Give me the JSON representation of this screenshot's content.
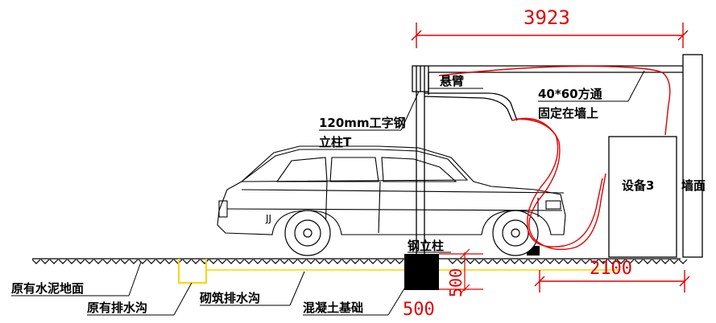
{
  "dimensions": {
    "top_span": "3923",
    "right_span": "2100",
    "footing_height": "500",
    "footing_width": "500"
  },
  "labels": {
    "cantilever": "悬臂",
    "tube": "40*60方通",
    "fixed_on_wall": "固定在墙上",
    "i_beam": "120mm工字钢",
    "column_t": "立柱T",
    "equipment": "设备3",
    "wall": "墙面",
    "steel_column": "钢立柱",
    "existing_ground": "原有水泥地面",
    "existing_drain": "原有排水沟",
    "masonry_drain": "砌筑排水沟",
    "concrete_footing": "混凝土基础"
  },
  "colors": {
    "dimension": "#e00000",
    "hose": "#e00000",
    "drain": "#ffd400",
    "line": "#000000"
  }
}
